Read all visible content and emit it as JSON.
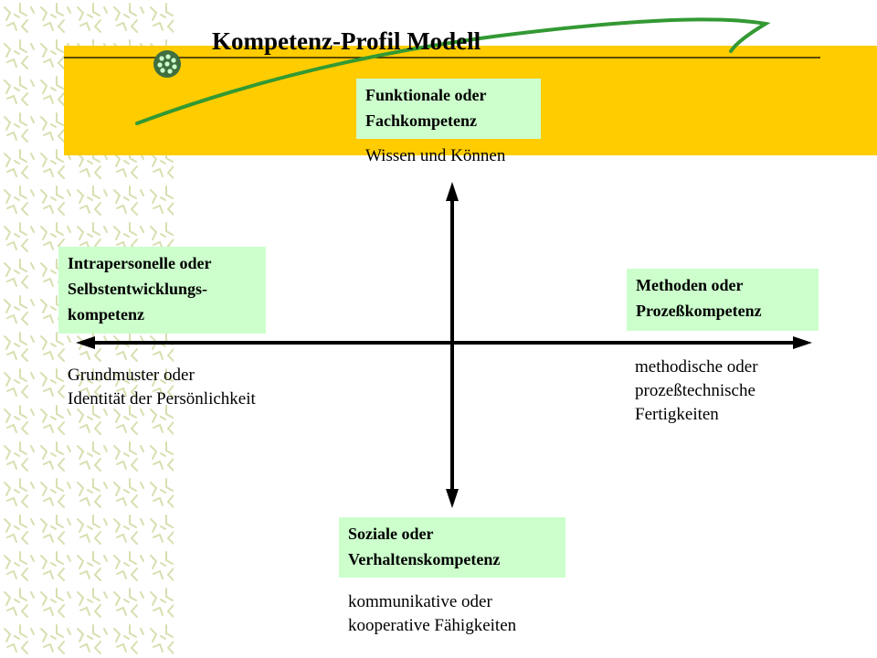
{
  "title": "Kompetenz-Profil Modell",
  "colors": {
    "band": "#ffcc00",
    "box": "#ccffcc",
    "swoosh": "#339933",
    "ornament": "#d8dfb0",
    "logo": "#3f6f3f"
  },
  "icons": {
    "logo": "green-dots-circle-icon"
  },
  "top": {
    "box_lines": [
      "Funktionale oder",
      "Fachkompetenz"
    ],
    "desc_lines": [
      "Wissen und Können"
    ]
  },
  "left": {
    "box_lines": [
      "Intrapersonelle oder",
      "Selbstentwicklungs-",
      "kompetenz"
    ],
    "desc_lines": [
      "Grundmuster oder",
      "Identität der Persönlichkeit"
    ]
  },
  "right": {
    "box_lines": [
      "Methoden oder",
      "Prozeßkompetenz"
    ],
    "desc_lines": [
      "methodische oder",
      "prozeßtechnische",
      "Fertigkeiten"
    ]
  },
  "bottom": {
    "box_lines": [
      "Soziale oder",
      "Verhaltenskompetenz"
    ],
    "desc_lines": [
      "kommunikative oder",
      "kooperative Fähigkeiten"
    ]
  }
}
